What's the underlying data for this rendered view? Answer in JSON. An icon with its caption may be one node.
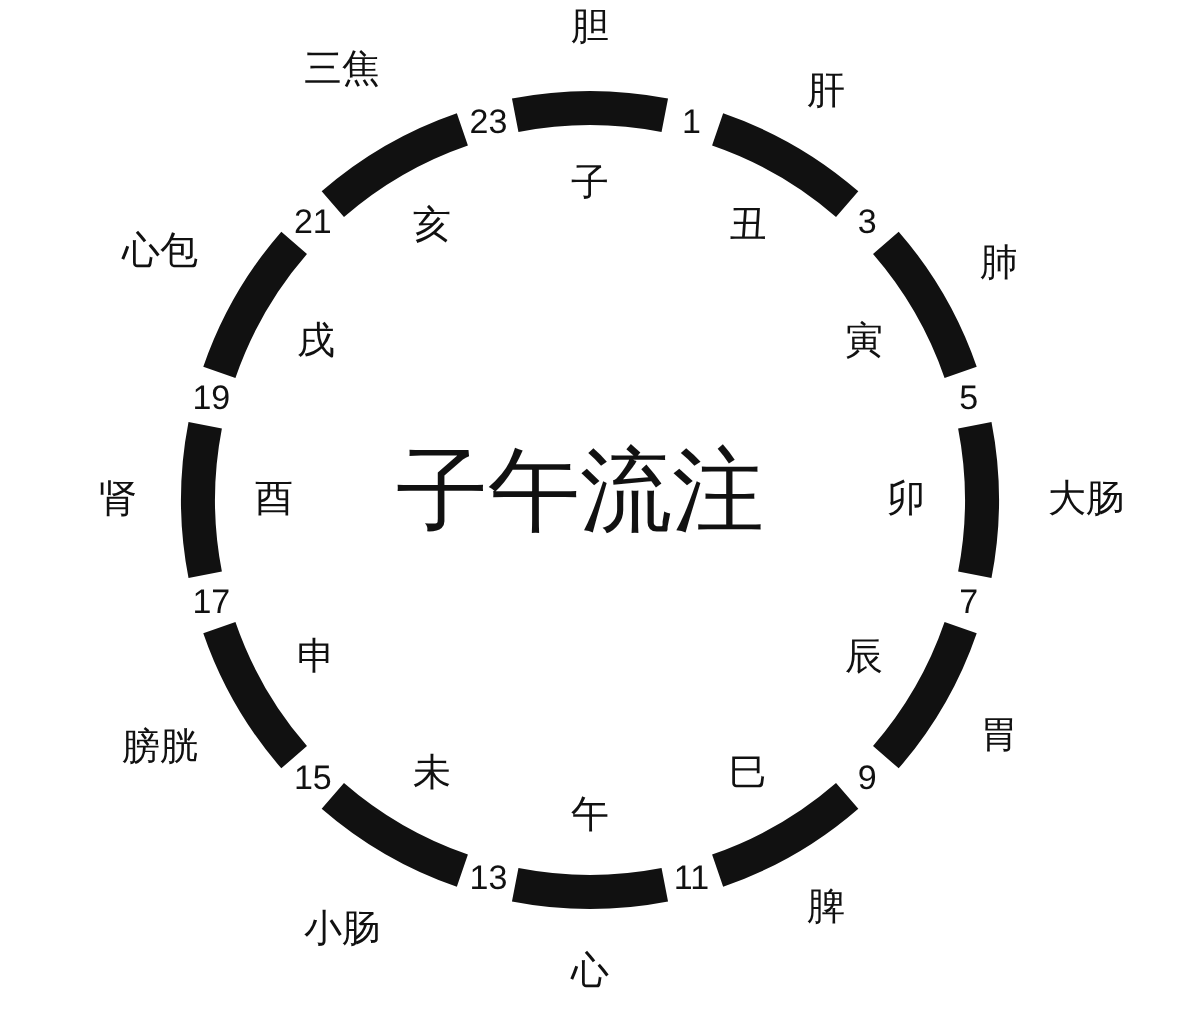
{
  "diagram": {
    "title": "子午流注",
    "nodes": [
      {
        "text": [
          "胆"
        ],
        "beside": [
          "子"
        ]
      },
      {
        "text": [
          "肝"
        ],
        "beside": [
          "丑"
        ]
      },
      {
        "text": [
          "肺"
        ],
        "beside": [
          "寅"
        ]
      },
      {
        "text": [
          "大肠"
        ],
        "beside": [
          "卯"
        ]
      },
      {
        "text": [
          "胃"
        ],
        "beside": [
          "辰"
        ]
      },
      {
        "text": [
          "脾"
        ],
        "beside": [
          "巳"
        ]
      },
      {
        "text": [
          "心"
        ],
        "beside": [
          "午"
        ]
      },
      {
        "text": [
          "小肠"
        ],
        "beside": [
          "未"
        ]
      },
      {
        "text": [
          "膀胱"
        ],
        "beside": [
          "申"
        ]
      },
      {
        "text": [
          "肾"
        ],
        "beside": [
          "酉"
        ]
      },
      {
        "text": [
          "心包"
        ],
        "beside": [
          "戌"
        ]
      },
      {
        "text": [
          "三焦"
        ],
        "beside": [
          "亥"
        ]
      }
    ],
    "labels": [
      "1",
      "3",
      "5",
      "7",
      "9",
      "11",
      "13",
      "15",
      "17",
      "19",
      "21",
      "23"
    ]
  }
}
